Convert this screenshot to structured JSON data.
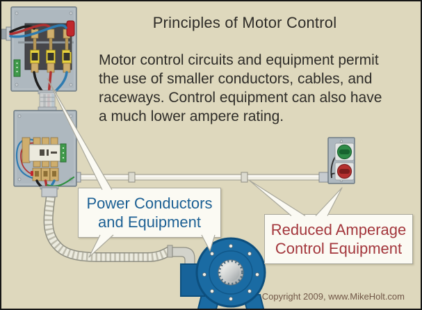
{
  "slide": {
    "title": "Principles of Motor Control",
    "body": [
      "Motor control circuits and equipment permit",
      "the use of smaller conductors, cables, and",
      "raceways. Control equipment can also have",
      "a much lower ampere rating."
    ],
    "copyright": "Copyright 2009, www.MikeHolt.com"
  },
  "callouts": {
    "power": {
      "line1": "Power Conductors",
      "line2": "and Equipment",
      "text_color": "#1c6094"
    },
    "control": {
      "line1": "Reduced Amperage",
      "line2": "Control Equipment",
      "text_color": "#a3363c"
    }
  },
  "diagram": {
    "components": [
      "fused-disconnect-switch",
      "motor-starter-contactor",
      "flexible-conduit",
      "emt-raceway",
      "start-stop-push-button-station",
      "electric-motor"
    ]
  },
  "colors": {
    "background": "#ded8bd",
    "panel_gray": "#aeb8bf",
    "motor_blue": "#1a6ba3",
    "fuse_yellow": "#e8d23e",
    "wire_black": "#1e1e1e",
    "wire_red": "#b03030",
    "wire_blue": "#2e7bb0",
    "wire_green": "#2f8f3f",
    "button_green": "#2e8b47",
    "button_red": "#b5302f",
    "handle_red": "#c0272d"
  }
}
